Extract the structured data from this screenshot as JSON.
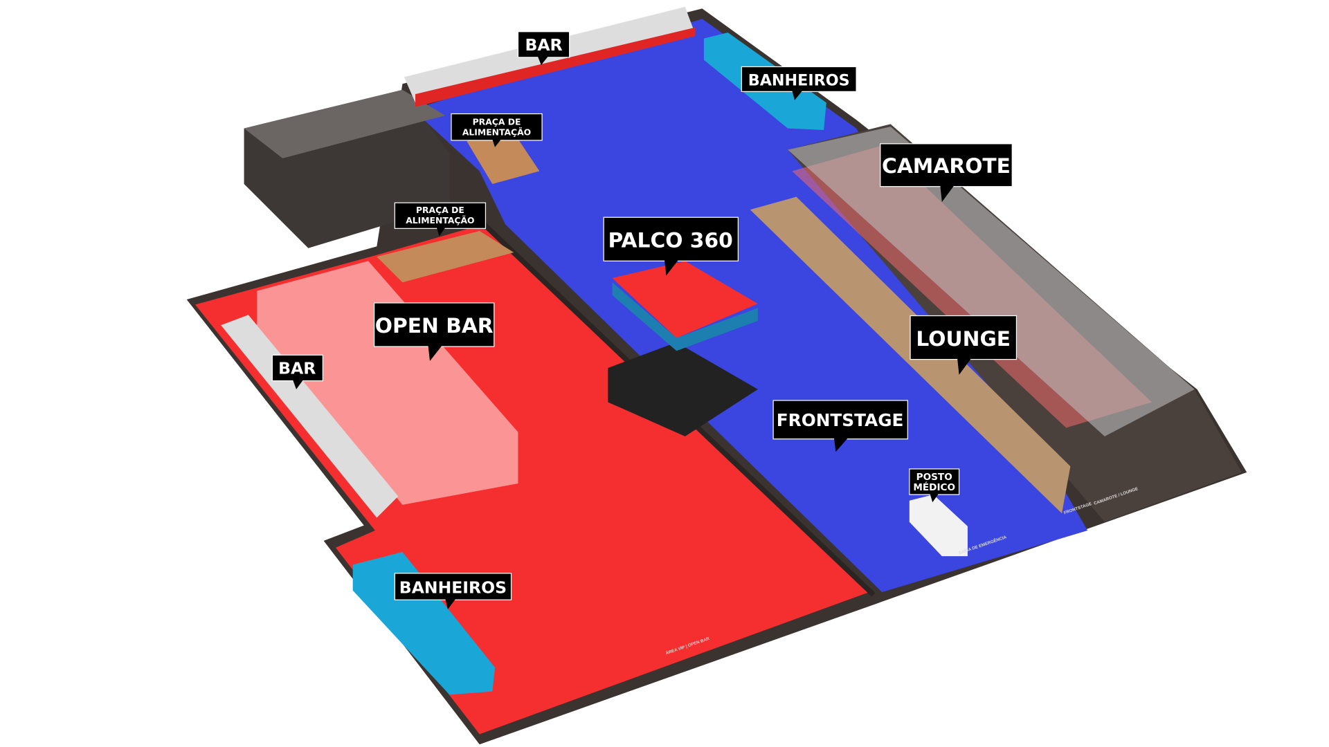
{
  "map": {
    "labels": {
      "bar_top": "BAR",
      "banheiros_top": "BANHEIROS",
      "praca_1": [
        "PRAÇA DE",
        "ALIMENTAÇÃO"
      ],
      "praca_2": [
        "PRAÇA DE",
        "ALIMENTAÇÃO"
      ],
      "camarote": "CAMAROTE",
      "palco": "PALCO 360",
      "open_bar": "OPEN BAR",
      "bar_left": "BAR",
      "lounge": "LOUNGE",
      "frontstage": "FRONTSTAGE",
      "posto_medico": [
        "POSTO",
        "MÉDICO"
      ],
      "banheiros_bottom": "BANHEIROS"
    },
    "gates": {
      "vip": "ÁREA VIP | OPEN BAR",
      "emergency": "SAÍDA DE EMERGÊNCIA",
      "frontstage": "FRONTSTAGE",
      "camarote": "CAMAROTE / LOUNGE"
    },
    "colors": {
      "red_zone": "#f52f2f",
      "blue_zone": "#3b45e0",
      "wall": "#3a3330",
      "deck": "#b89470",
      "toilets": "#1aa6d6"
    }
  }
}
